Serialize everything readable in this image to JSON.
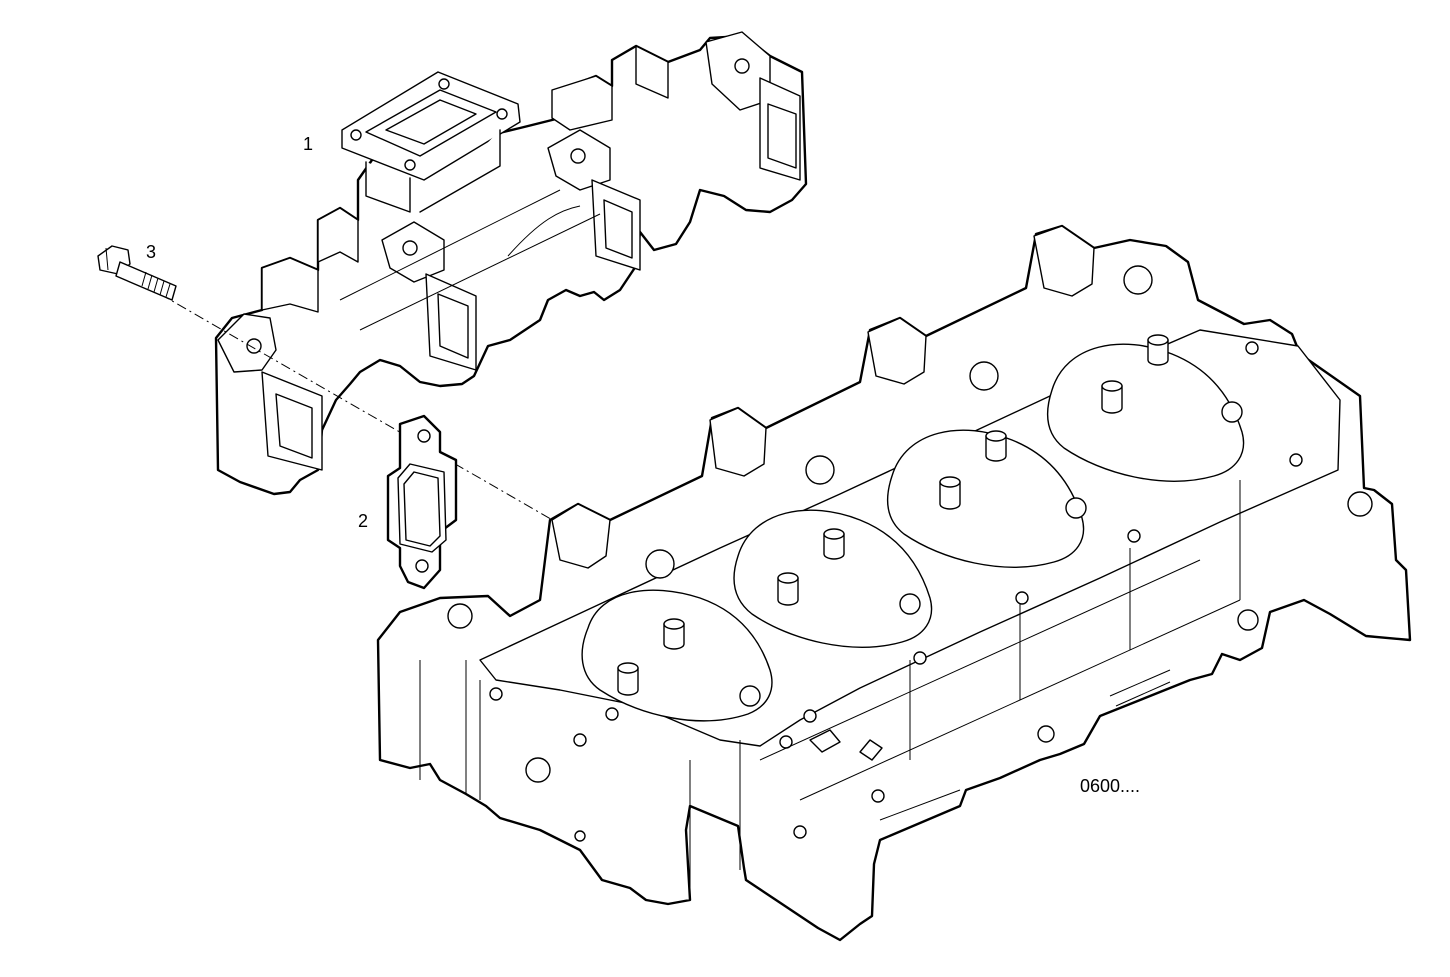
{
  "callouts": {
    "item1": "1",
    "item2": "2",
    "item3": "3"
  },
  "drawing_code": "0600....",
  "colors": {
    "line": "#000000",
    "background": "#ffffff"
  }
}
